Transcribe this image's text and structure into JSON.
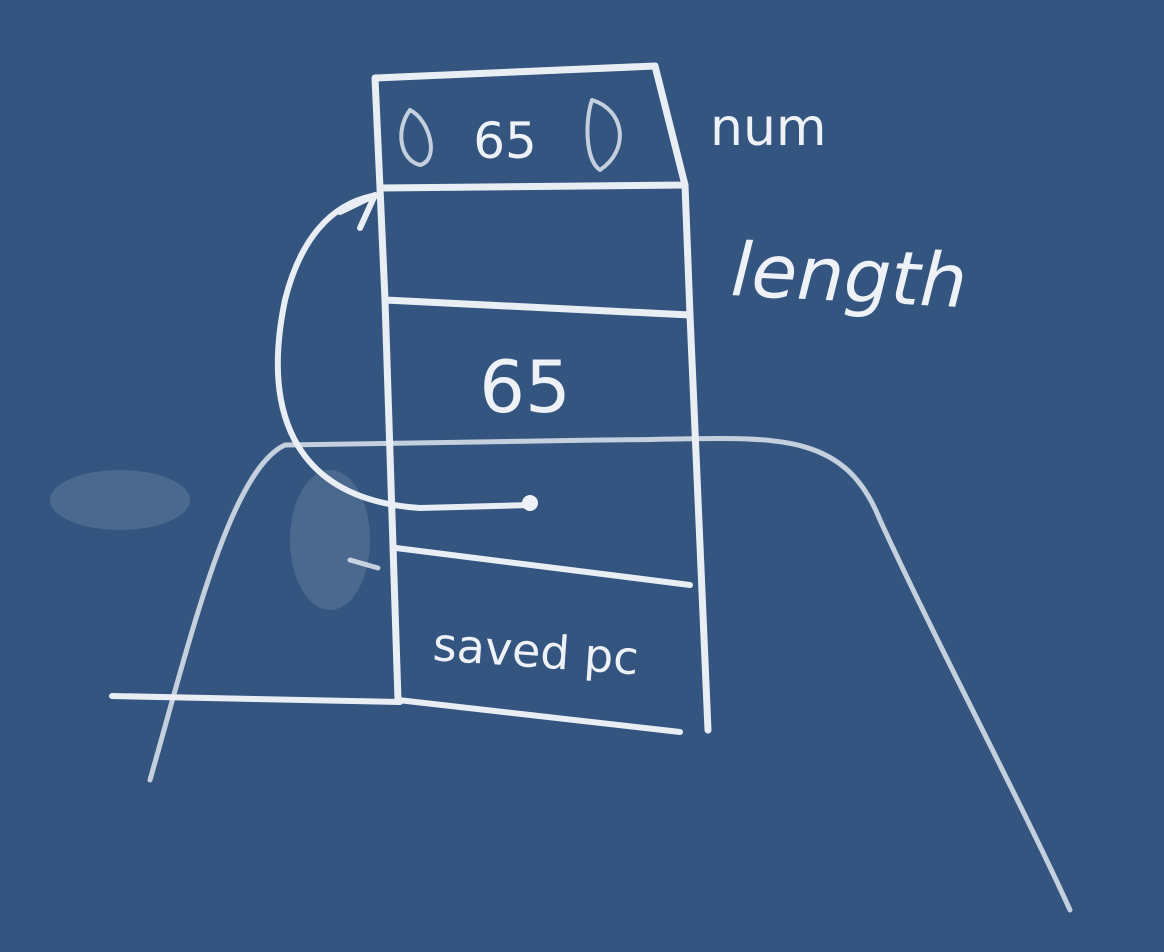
{
  "board": {
    "background_color": "#34557f",
    "chalk_color": "#e9eef5"
  },
  "stack_frame": {
    "top_cell_text": "65",
    "value_cell_text": "65",
    "saved_cell_text": "saved pc",
    "num_label": "num",
    "length_label": "length"
  }
}
